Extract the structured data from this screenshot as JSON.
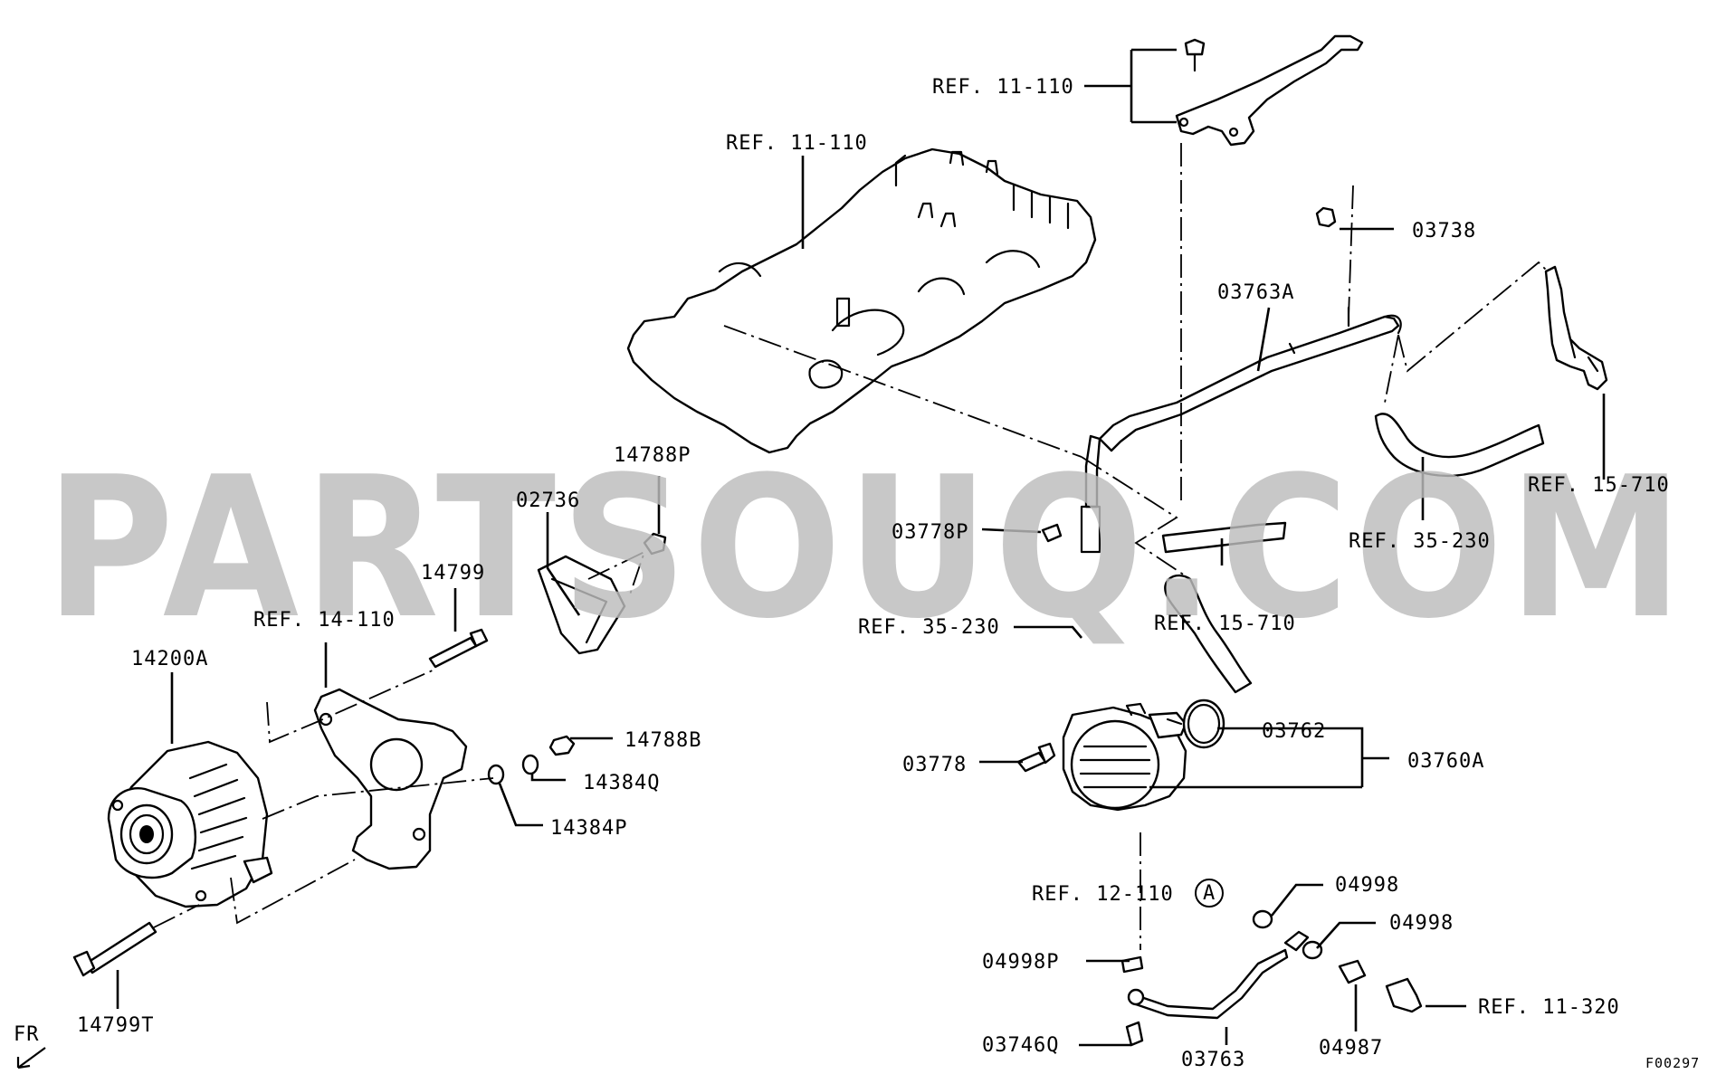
{
  "labels": {
    "ref_11_110_top": "REF. 11-110",
    "ref_11_110_cover": "REF. 11-110",
    "p03738": "03738",
    "p03763a": "03763A",
    "ref_15_710_right": "REF. 15-710",
    "ref_35_230_right": "REF. 35-230",
    "p14788p": "14788P",
    "p02736": "02736",
    "p03778p": "03778P",
    "p14799": "14799",
    "ref_14_110": "REF. 14-110",
    "ref_35_230_mid": "REF. 35-230",
    "ref_15_710_mid": "REF. 15-710",
    "p14200a": "14200A",
    "p14788b": "14788B",
    "p14384q": "14384Q",
    "p14384p": "14384P",
    "p03762": "03762",
    "p03760a": "03760A",
    "p03778": "03778",
    "ref_12_110": "REF. 12-110",
    "circle_a": "A",
    "p04998_1": "04998",
    "p04998_2": "04998",
    "p04998p": "04998P",
    "ref_11_320": "REF. 11-320",
    "p03746q": "03746Q",
    "p03763": "03763",
    "p04987": "04987",
    "p14799t": "14799T",
    "fr": "FR",
    "figure_code": "F00297"
  },
  "watermark": "PARTSOUQ.COM"
}
